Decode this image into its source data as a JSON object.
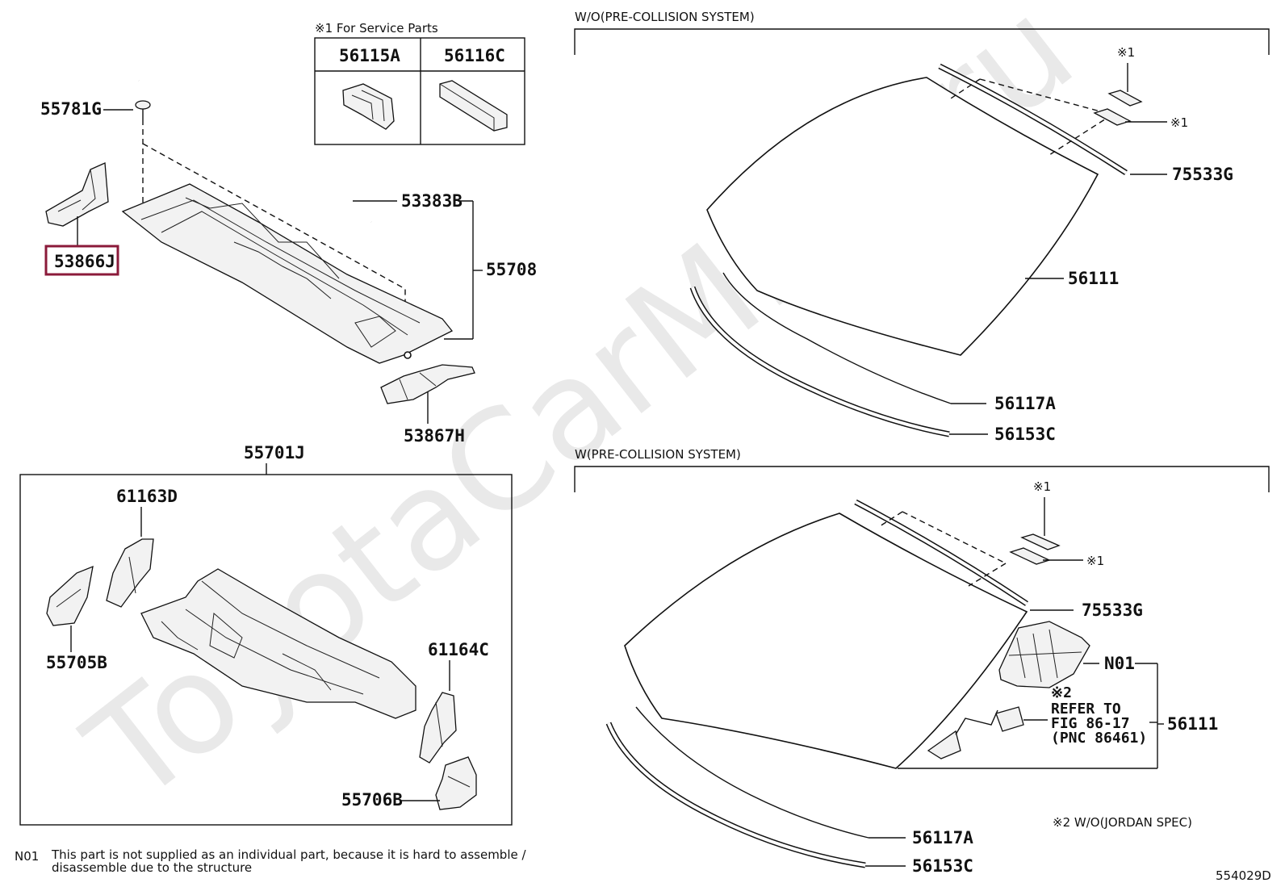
{
  "watermark": "ToyotaCarMine.ru",
  "diagram_code": "554029D",
  "service_parts": {
    "title": "※1 For Service Parts",
    "parts": [
      "56115A",
      "56116C"
    ]
  },
  "cowl_section": {
    "labels": {
      "p55781G": "55781G",
      "p53383B": "53383B",
      "p55708": "55708",
      "p53866J": "53866J",
      "p53867H": "53867H",
      "p55701J": "55701J",
      "p61163D": "61163D",
      "p55705B": "55705B",
      "p61164C": "61164C",
      "p55706B": "55706B"
    },
    "highlighted_part": "53866J",
    "highlight_color": "#8b1a3a"
  },
  "windshield_top": {
    "title": "W/O(PRE-COLLISION SYSTEM)",
    "labels": {
      "mark1a": "※1",
      "mark1b": "※1",
      "p75533G": "75533G",
      "p56111": "56111",
      "p56117A": "56117A",
      "p56153C": "56153C"
    }
  },
  "windshield_bottom": {
    "title": "W(PRE-COLLISION SYSTEM)",
    "labels": {
      "mark1a": "※1",
      "mark1b": "※1",
      "p75533G": "75533G",
      "pN01": "N01",
      "p56111": "56111",
      "p56117A": "56117A",
      "p56153C": "56153C"
    },
    "refer_note": [
      "※2",
      "REFER TO",
      "FIG 86-17",
      "(PNC 86461)"
    ],
    "jordan_note": "※2 W/O(JORDAN SPEC)"
  },
  "footnote": {
    "code": "N01",
    "line1": "This part is not supplied as an individual part, because it is hard to assemble /",
    "line2": "disassemble due to the structure"
  }
}
